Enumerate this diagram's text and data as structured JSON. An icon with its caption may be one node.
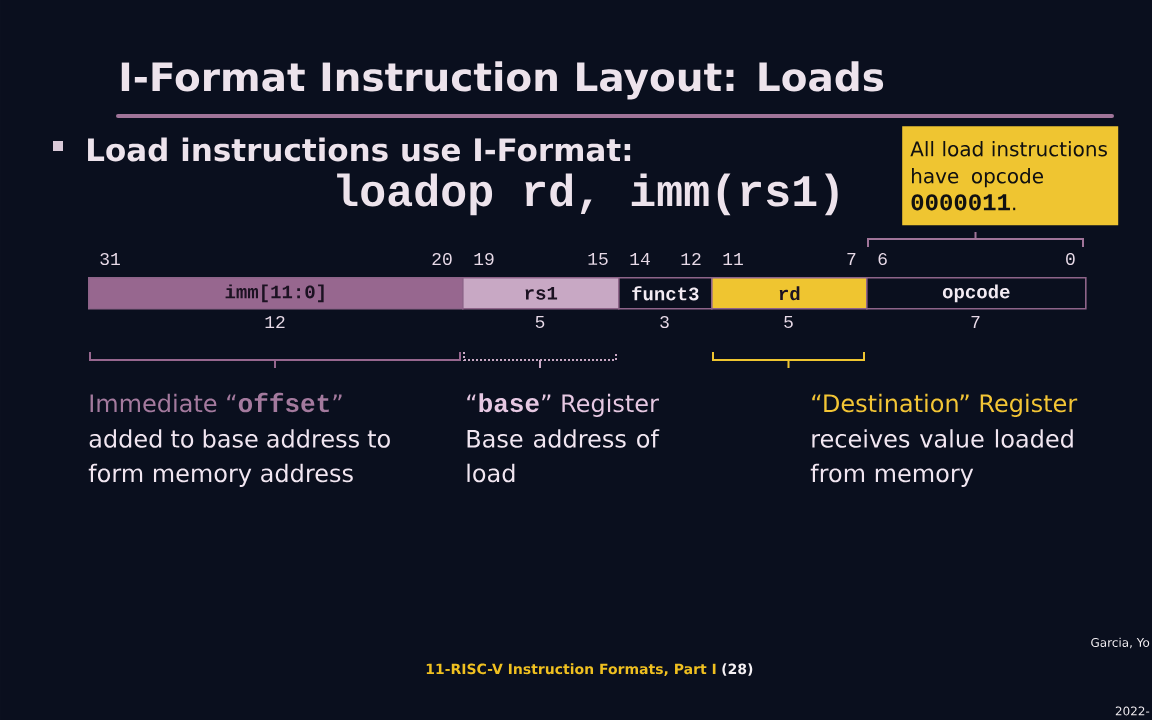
{
  "diagram": {
    "title": "I-Format Instruction Layout: Loads",
    "nodes": [
      {
        "text": [
          "All load instructions have opcode **0000011**."
        ]
      },
      {
        "text": [
          "imm[11:0]"
        ],
        "beside": [
          "31",
          "20",
          "12"
        ]
      },
      {
        "text": [
          "rs1"
        ],
        "beside": [
          "19",
          "15",
          "5"
        ]
      },
      {
        "text": [
          "funct3"
        ],
        "beside": [
          "14",
          "12",
          "3"
        ]
      },
      {
        "text": [
          "rd"
        ],
        "beside": [
          "11",
          "7",
          "5"
        ]
      },
      {
        "text": [
          "opcode"
        ],
        "beside": [
          "6",
          "0",
          "7"
        ]
      }
    ],
    "labels": [
      "Load instructions use I-Format:",
      "loadop rd, imm(rs1)",
      "Immediate “**offset**”",
      "“**base**” Register",
      "“Destination” Register",
      "added to base address to form memory address",
      "Base address of load",
      "receives value loaded from memory",
      "Garcia, Yo",
      "11-RISC-V Instruction Formats, Part I",
      "(28)",
      "2022-"
    ]
  }
}
